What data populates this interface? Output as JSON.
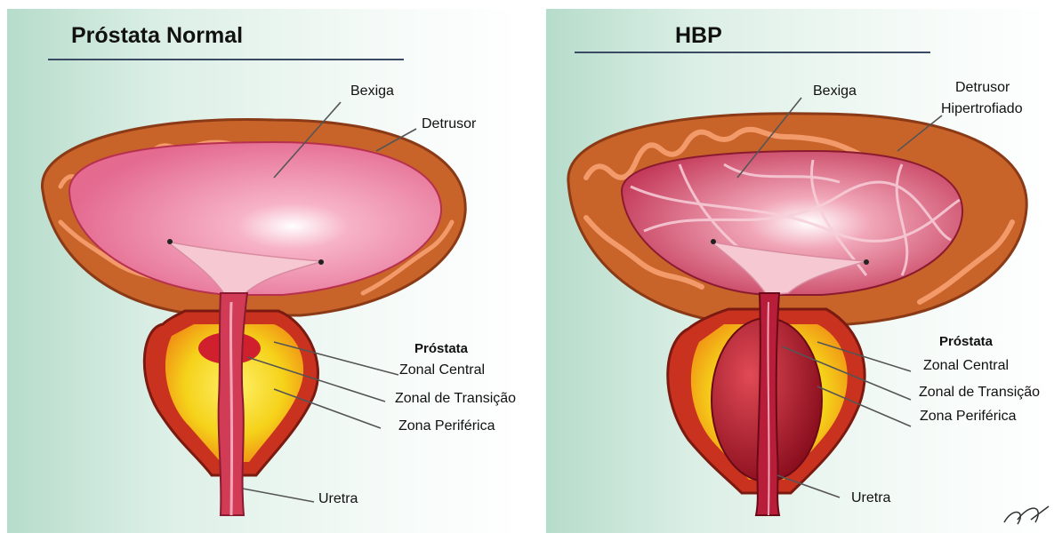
{
  "left": {
    "title": "Próstata Normal",
    "labels": {
      "bexiga": "Bexiga",
      "detrusor": "Detrusor",
      "prostata": "Próstata",
      "zona_central": "Zonal Central",
      "zona_transicao": "Zonal de Transição",
      "zona_periferica": "Zona Periférica",
      "uretra": "Uretra"
    }
  },
  "right": {
    "title": "HBP",
    "labels": {
      "bexiga": "Bexiga",
      "detrusor_line1": "Detrusor",
      "detrusor_line2": "Hipertrofiado",
      "prostata": "Próstata",
      "zona_central": "Zonal Central",
      "zona_transicao": "Zonal de Transição",
      "zona_periferica": "Zona Periférica",
      "uretra": "Uretra"
    }
  },
  "colors": {
    "background_gradient_start": "#b6dccb",
    "detrusor_wall": "#c8632a",
    "bladder_lumen": "#e67d9c",
    "prostate_outer": "#c8321e",
    "prostate_inner": "#f7e018",
    "urethra": "#d23b56",
    "hyperplasia": "#a8162a",
    "title_rule": "#3a4a63"
  }
}
